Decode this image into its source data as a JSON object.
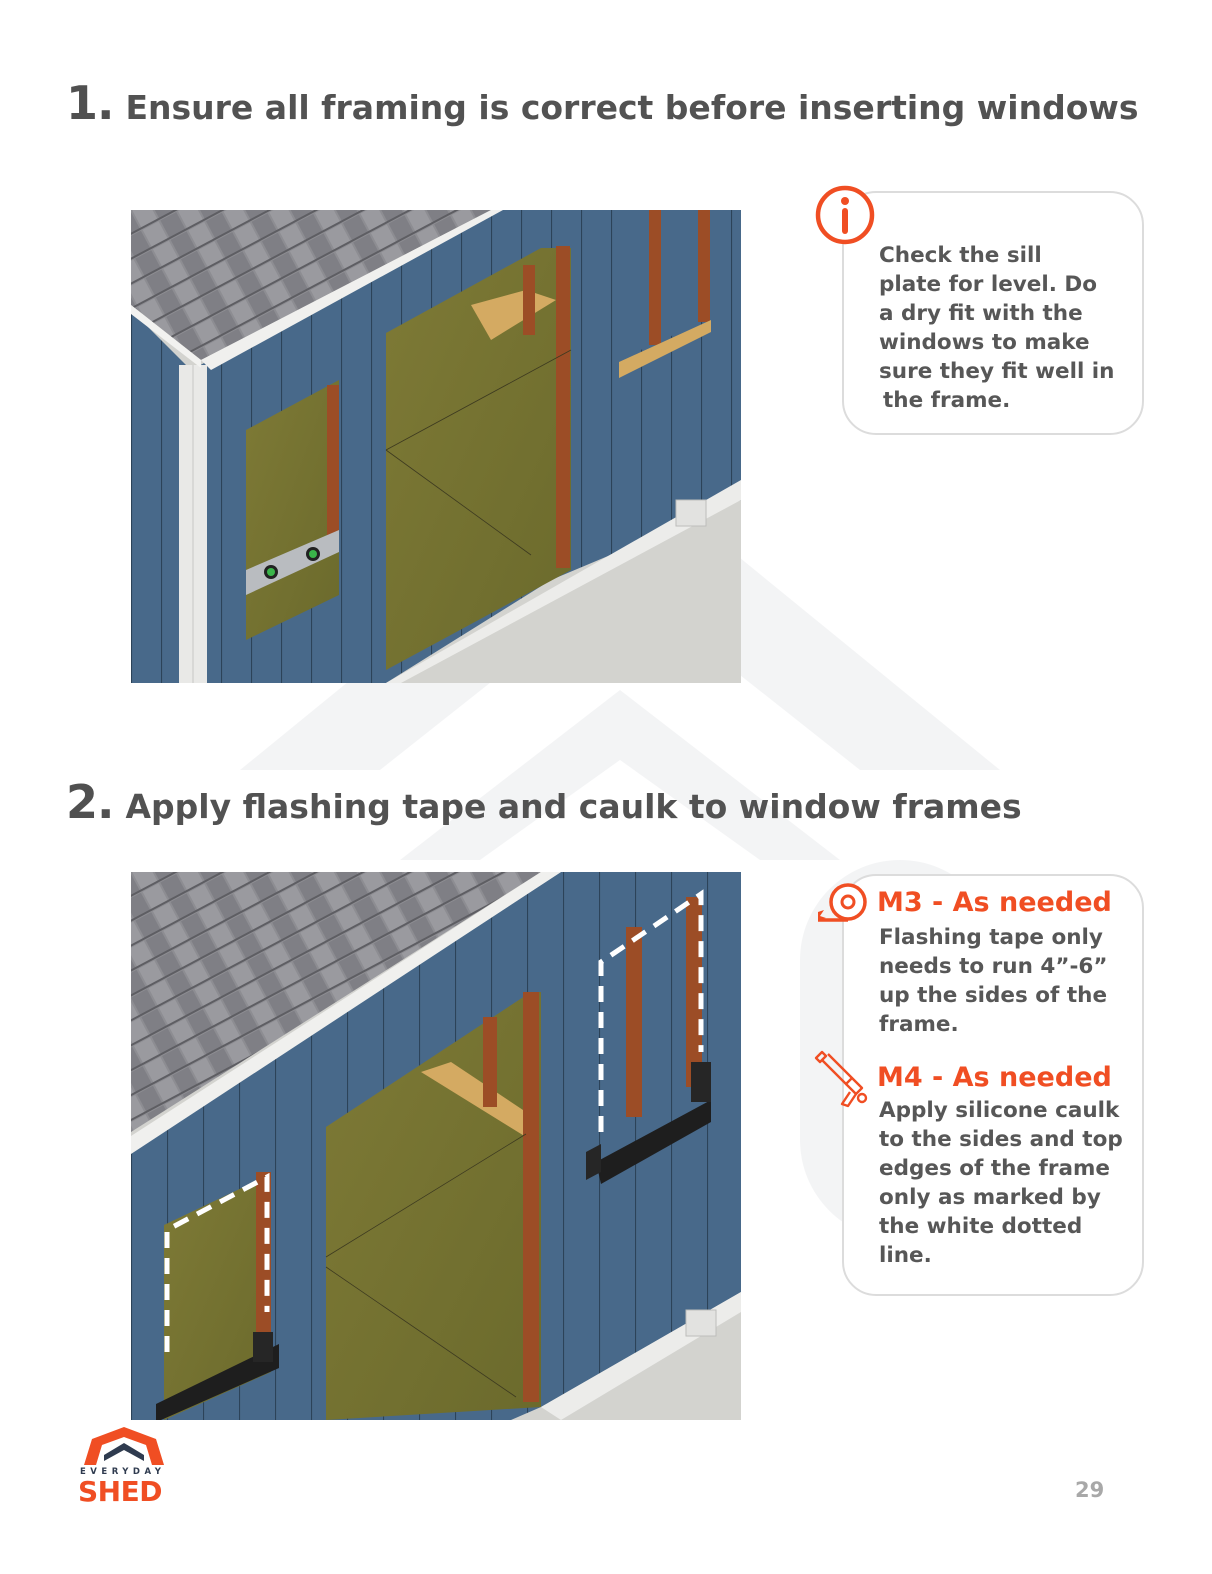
{
  "page": {
    "number": "29",
    "accent_color": "#f04e23",
    "text_color": "#575757"
  },
  "steps": [
    {
      "number": "1.",
      "title": "Ensure all framing is correct before inserting windows",
      "illustration": "shed-wall-window-openings-with-level",
      "note": {
        "icon": "info-icon",
        "text": "Check the sill plate for level. Do a dry fit with the windows to make sure they fit well in the frame.",
        "lines": [
          "Check the sill",
          "plate for level. Do",
          "a dry fit with the",
          "windows to make",
          "sure they fit well in",
          " the frame."
        ]
      }
    },
    {
      "number": "2.",
      "title": "Apply flashing tape and caulk to window frames",
      "illustration": "shed-wall-window-openings-with-flashing-tape-and-dotted-caulk-lines",
      "materials": [
        {
          "icon": "tape-roll-icon",
          "heading": "M3 - As needed",
          "lines": [
            "Flashing tape only",
            "needs to run 4”-6”",
            "up the sides of the",
            "frame."
          ]
        },
        {
          "icon": "caulk-gun-icon",
          "heading": "M4 - As needed",
          "lines": [
            "Apply silicone caulk",
            "to the sides and top",
            "edges of the frame",
            "only as marked by",
            "the white dotted",
            "line."
          ]
        }
      ]
    }
  ],
  "logo": {
    "top_text": "EVERYDAY",
    "bottom_text": "SHED"
  }
}
